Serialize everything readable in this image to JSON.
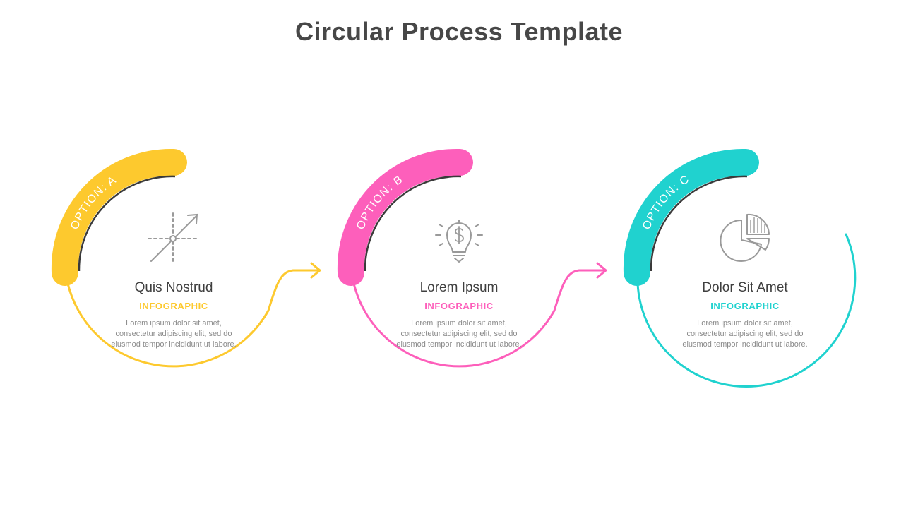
{
  "title": "Circular Process Template",
  "steps": [
    {
      "option_label": "OPTION: A",
      "heading": "Quis Nostrud",
      "subheading": "INFOGRAPHIC",
      "body": "Lorem ipsum dolor sit amet, consectetur adipiscing elit, sed do eiusmod tempor incididunt ut labore.",
      "color": "#fdc92e",
      "icon": "growth-chart-icon"
    },
    {
      "option_label": "OPTION: B",
      "heading": "Lorem Ipsum",
      "subheading": "INFOGRAPHIC",
      "body": "Lorem ipsum dolor sit amet, consectetur adipiscing elit, sed do eiusmod tempor incididunt ut labore.",
      "color": "#fd5fbb",
      "icon": "lightbulb-dollar-icon"
    },
    {
      "option_label": "OPTION: C",
      "heading": "Dolor Sit Amet",
      "subheading": "INFOGRAPHIC",
      "body": "Lorem ipsum dolor sit amet, consectetur adipiscing elit, sed do eiusmod tempor incididunt ut labore.",
      "color": "#20d2cf",
      "icon": "pie-chart-icon"
    }
  ],
  "colors": {
    "title": "#474747",
    "inner_arc": "#3a3a3a",
    "icon_stroke": "#9a9a9a",
    "body_text": "#8b8b8b"
  }
}
